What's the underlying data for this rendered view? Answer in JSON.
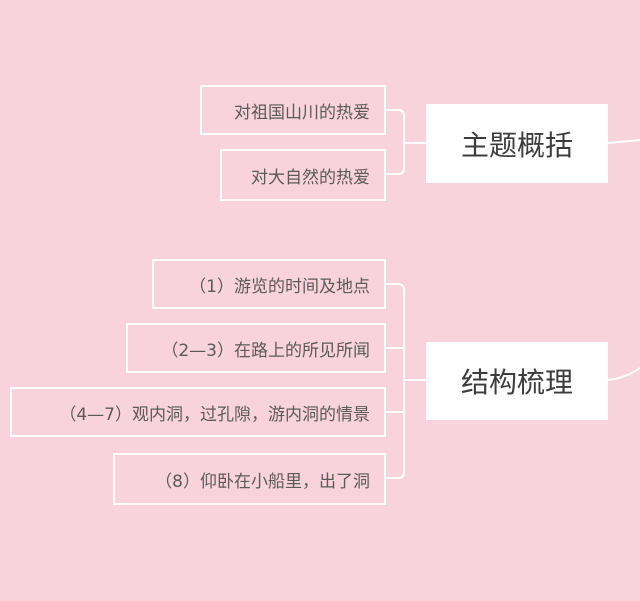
{
  "colors": {
    "background": "#f8d3db",
    "line": "#ffffff",
    "hub_fill": "#ffffff",
    "hub_text": "#3c3c3c",
    "leaf_text": "#5a5a5a"
  },
  "groups": [
    {
      "title": "主题概括",
      "items": [
        "对祖国山川的热爱",
        "对大自然的热爱"
      ]
    },
    {
      "title": "结构梳理",
      "items": [
        "（1）游览的时间及地点",
        "（2—3）在路上的所见所闻",
        "（4—7）观内洞，过孔隙，游内洞的情景",
        "（8）仰卧在小船里，出了洞"
      ]
    }
  ]
}
